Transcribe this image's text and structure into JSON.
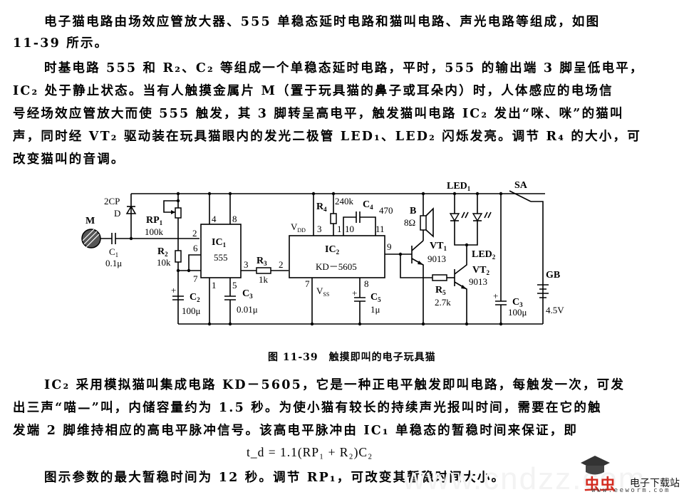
{
  "document": {
    "paragraphs": [
      {
        "lines": [
          "电子猫电路由场效应管放大器、555 单稳态延时电路和猫叫电路、声光电路等组成，如图",
          "11-39 所示。"
        ]
      },
      {
        "lines": [
          "时基电路 555 和 R₂、C₂ 等组成一个单稳态延时电路，平时，555 的输出端 3 脚呈低电平，",
          "IC₂ 处于静止状态。当有人触摸金属片 M（置于玩具猫的鼻子或耳朵内）时，人体感应的电场信",
          "号经场效应管放大而使 555 触发，其 3 脚转呈高电平，触发猫叫电路 IC₂ 发出“咪、咪”的猫叫",
          "声，同时经 VT₂ 驱动装在玩具猫眼内的发光二极管 LED₁、LED₂ 闪烁发亮。调节 R₄ 的大小，可",
          "改变猫叫的音调。"
        ]
      },
      {
        "lines": [
          "IC₂ 采用模拟猫叫集成电路 KD－5605，它是一种正电平触发即叫电路，每触发一次，可发",
          "出三声“喵—”叫，内储容量约为 1.5 秒。为使小猫有较长的持续声光报叫时间，需要在它的触",
          "发端 2 脚维持相应的高电平脉冲信号。该高电平脉冲由 IC₁ 单稳态的暂稳时间来保证，即"
        ]
      },
      {
        "lines": [
          "图示参数的最大暂稳时间为 12 秒。调节 RP₁，可改变其暂稳时间大小。"
        ]
      }
    ],
    "formula": "t_d = 1.1(RP₁ + R₂)C₂",
    "figure_caption": "图 11-39　触摸即叫的电子玩具猫"
  },
  "schematic": {
    "components": {
      "M": "M",
      "C1": {
        "name": "C1",
        "value": "0.1μ"
      },
      "D": {
        "name": "D",
        "type": "2CP"
      },
      "RP1": {
        "name": "RP1",
        "value": "100k"
      },
      "R2": {
        "name": "R2",
        "value": "10k"
      },
      "C2": {
        "name": "C2",
        "value": "100μ"
      },
      "IC1": {
        "name": "IC1",
        "type": "555",
        "pins": [
          "4",
          "8",
          "2",
          "6",
          "7",
          "1",
          "5",
          "3"
        ]
      },
      "C3_timer": {
        "name": "C3",
        "value": "0.01μ"
      },
      "R3": {
        "name": "R3",
        "value": "1k"
      },
      "IC2": {
        "name": "IC2",
        "type": "KD－5605",
        "pins": [
          "3",
          "1",
          "10",
          "11",
          "2",
          "9",
          "7",
          "8"
        ],
        "vdd": "VDD",
        "vss": "VSS"
      },
      "R4": {
        "name": "R4",
        "value": "240k"
      },
      "C4": {
        "name": "C4",
        "value": "470"
      },
      "C5": {
        "name": "C5",
        "value": "1μ"
      },
      "B": {
        "name": "B",
        "value": "8Ω"
      },
      "VT1": {
        "name": "VT1",
        "type": "9013"
      },
      "VT2": {
        "name": "VT2",
        "type": "9013"
      },
      "R5": {
        "name": "R5",
        "value": "2.7k"
      },
      "LED1": "LED1",
      "LED2": "LED2",
      "C3_supply": {
        "name": "C3",
        "value": "100μ"
      },
      "SA": "SA",
      "GB": {
        "name": "GB",
        "value": "4.5V"
      }
    }
  },
  "watermark": {
    "url_faint": "www.cndzz.com",
    "logo_text": "虫虫",
    "site_name": "电子下载站",
    "site_url": "www.eeworm.com"
  }
}
